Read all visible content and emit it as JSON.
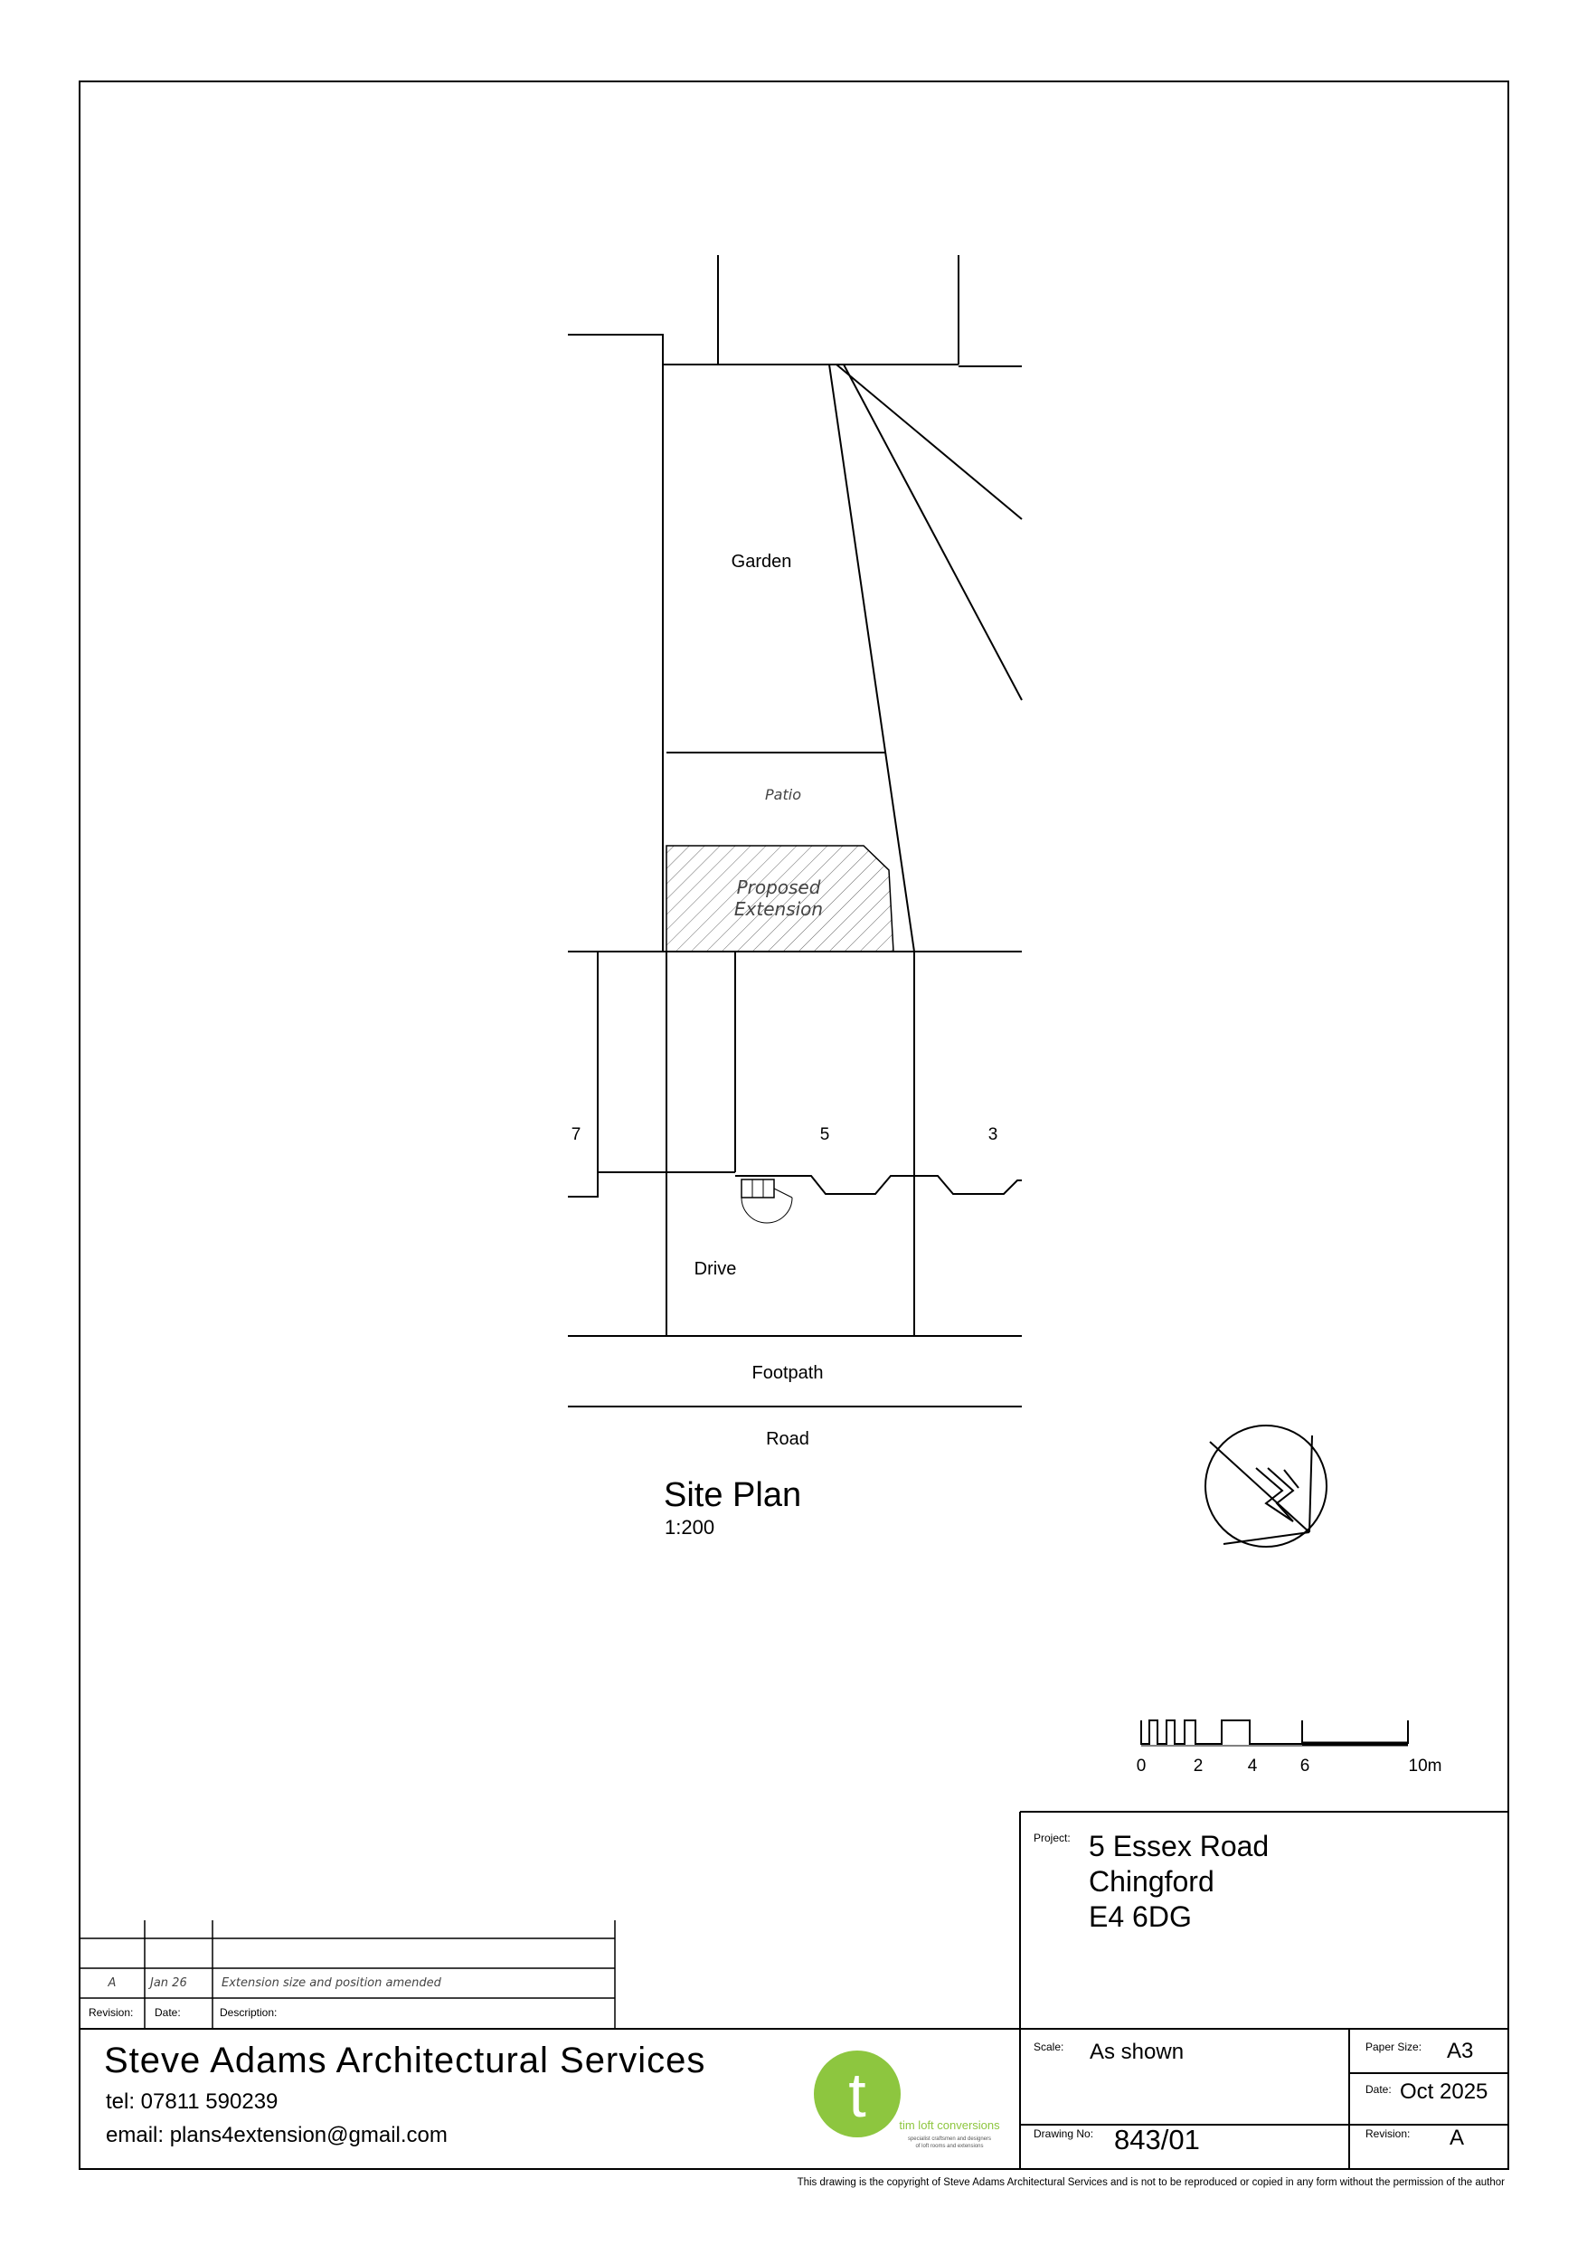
{
  "labels": {
    "garden": "Garden",
    "patio": "Patio",
    "proposed": "Proposed",
    "extension": "Extension",
    "house7": "7",
    "house5": "5",
    "house3": "3",
    "drive": "Drive",
    "footpath": "Footpath",
    "road": "Road"
  },
  "plan": {
    "title": "Site Plan",
    "scale": "1:200"
  },
  "scale_bar": {
    "ticks": [
      "0",
      "2",
      "4",
      "6",
      "10m"
    ]
  },
  "title_block": {
    "project_label": "Project:",
    "project_line1": "5 Essex Road",
    "project_line2": "Chingford",
    "project_line3": "E4 6DG",
    "scale_label": "Scale:",
    "scale_value": "As shown",
    "paper_label": "Paper Size:",
    "paper_value": "A3",
    "date_label": "Date:",
    "date_value": "Oct 2025",
    "drawing_label": "Drawing No:",
    "drawing_value": "843/01",
    "revision_label": "Revision:",
    "revision_value": "A"
  },
  "revisions": {
    "headers": {
      "revision": "Revision:",
      "date": "Date:",
      "description": "Description:"
    },
    "rows": [
      {
        "revision": "A",
        "date": "Jan 26",
        "description": "Extension size and position amended"
      }
    ]
  },
  "company": {
    "name": "Steve Adams Architectural Services",
    "tel": "tel:  07811 590239",
    "email": "email:  plans4extension@gmail.com"
  },
  "logo": {
    "letter": "t",
    "name": "tim loft conversions",
    "tagline1": "specialist craftsmen and designers",
    "tagline2": "of loft rooms and extensions",
    "color": "#8dc63f"
  },
  "copyright": "This drawing is the copyright of Steve Adams Architectural Services and is not to be reproduced or copied in any form without the permission of the author"
}
